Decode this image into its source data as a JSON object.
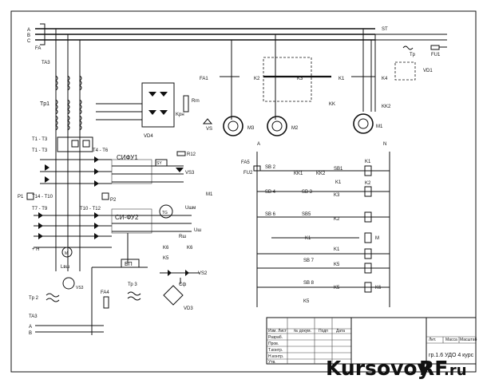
{
  "bus_labels": {
    "a": "A",
    "b": "B",
    "c": "C",
    "fa": "FA",
    "st": "ST",
    "tp": "Tp",
    "fu1": "FU1"
  },
  "left_labels": {
    "ta3": "TA3",
    "tp1": "Tp1",
    "t1_t3": "T1 - T3",
    "t1_t3b": "T1 - T3",
    "t4_t6": "T4 - T6",
    "p1": "P1",
    "t4_t10": "T14 - T10",
    "t7_t9": "T7 - T9",
    "t10_t12": "T10 - T12",
    "p2": "P2",
    "plus_n": "+ H",
    "m": "M",
    "lbsh": "Lвш",
    "vs3_left": "VS3",
    "tp2": "Tp 2",
    "ta3b": "TA3",
    "a2": "A",
    "b2": "B"
  },
  "center_labels": {
    "vd4": "VD4",
    "rrn": "Rrn",
    "krn": "Kрн",
    "vs": "VS",
    "sifu1": "СИФУ1",
    "sifu2": "СИ-ФУ2",
    "r12": "R12",
    "sy": "SY",
    "vs3": "VS3",
    "m1": "M1",
    "ushm": "Uшм",
    "rsm": "Rш",
    "ush": "Uш",
    "k6a": "K6",
    "k6b": "K6",
    "k5": "K5",
    "vs2": "VS2",
    "sf": "Cф",
    "bp": "БП",
    "tp3": "Тр 3",
    "fa4": "FA4",
    "vd3": "VD3"
  },
  "motor_labels": {
    "fa1": "FA1",
    "k2": "K2",
    "k3": "K3",
    "k1": "K1",
    "k4": "K4",
    "kk": "KK",
    "kk2": "KK2",
    "m3": "M3",
    "m2": "M2",
    "m1": "M1",
    "vd1": "VD1",
    "tp_top": "Tp",
    "a_mark": "A",
    "n_mark": "N"
  },
  "ladder_labels": {
    "fa5": "FA5",
    "fu2": "FU2",
    "sb2": "SB 2",
    "kk1": "KK1",
    "kk2": "KK2",
    "sb1": "SB1",
    "k1a": "K1",
    "k1b": "K1",
    "sb4": "SB 4",
    "sb3": "SB 3",
    "k3": "K3",
    "k2": "K2",
    "sb6": "SB 6",
    "sb5": "SB5",
    "k2b": "K2",
    "k1c": "K1",
    "m_coil": "M",
    "k1d": "K1",
    "sb7": "SB 7",
    "k5": "K5",
    "k5b": "K5",
    "sb8": "SB 8",
    "k5c": "K5",
    "k6": "K6"
  },
  "title_block": {
    "col_izm": "Изм. Лист",
    "col_doc": "№ докум.",
    "col_sign": "Подп",
    "col_date": "Дата",
    "row_razrab": "Разраб.",
    "row_prov": "Пров.",
    "row_tkontr": "Т.контр.",
    "row_nkontr": "Н.контр.",
    "row_utv": "Утв.",
    "col_lit": "Лит.",
    "col_mass": "Масса",
    "col_scale": "Масштаб",
    "group": "гр.1.6 УДО 4 курс"
  },
  "watermark": {
    "part1": "Kursovoy",
    "part2": "RF",
    "part3": ".ru",
    "color_main": "#1b2e8c",
    "color_accent": "#d8261c"
  }
}
